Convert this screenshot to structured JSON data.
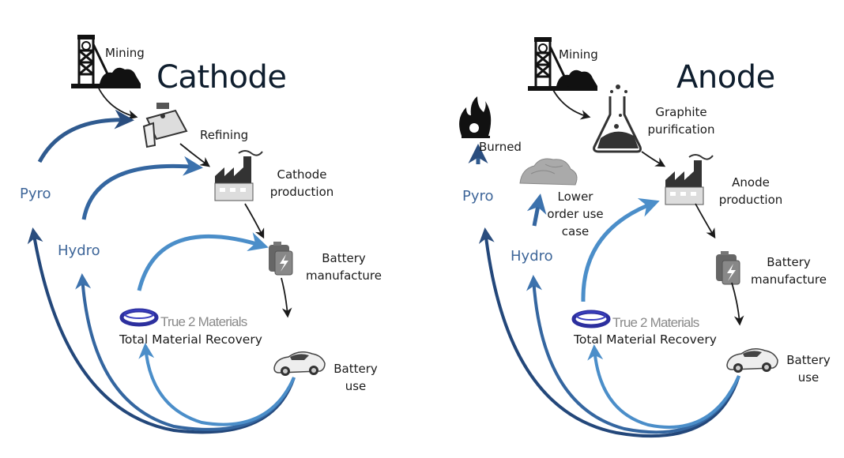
{
  "cathode": {
    "title": "Cathode",
    "mining": "Mining",
    "refining": "Refining",
    "production": [
      "Cathode",
      "production"
    ],
    "battery_manufacture": [
      "Battery",
      "manufacture"
    ],
    "battery_use": [
      "Battery",
      "use"
    ],
    "pyro": "Pyro",
    "hydro": "Hydro",
    "logo_text": "True 2 Materials",
    "recovery": "Total Material Recovery"
  },
  "anode": {
    "title": "Anode",
    "mining": "Mining",
    "purification": [
      "Graphite",
      "purification"
    ],
    "production": [
      "Anode",
      "production"
    ],
    "battery_manufacture": [
      "Battery",
      "manufacture"
    ],
    "battery_use": [
      "Battery",
      "use"
    ],
    "burned": "Burned",
    "lower_order": [
      "Lower",
      "order use",
      "case"
    ],
    "pyro": "Pyro",
    "hydro": "Hydro",
    "logo_text": "True 2 Materials",
    "recovery": "Total Material Recovery"
  },
  "colors": {
    "dark_blue": "#2a4d7e",
    "mid_blue": "#3c72ad",
    "light_blue": "#4b8ec9",
    "label_blue": "#3e6699",
    "arrow_black": "#1a1a1a"
  }
}
